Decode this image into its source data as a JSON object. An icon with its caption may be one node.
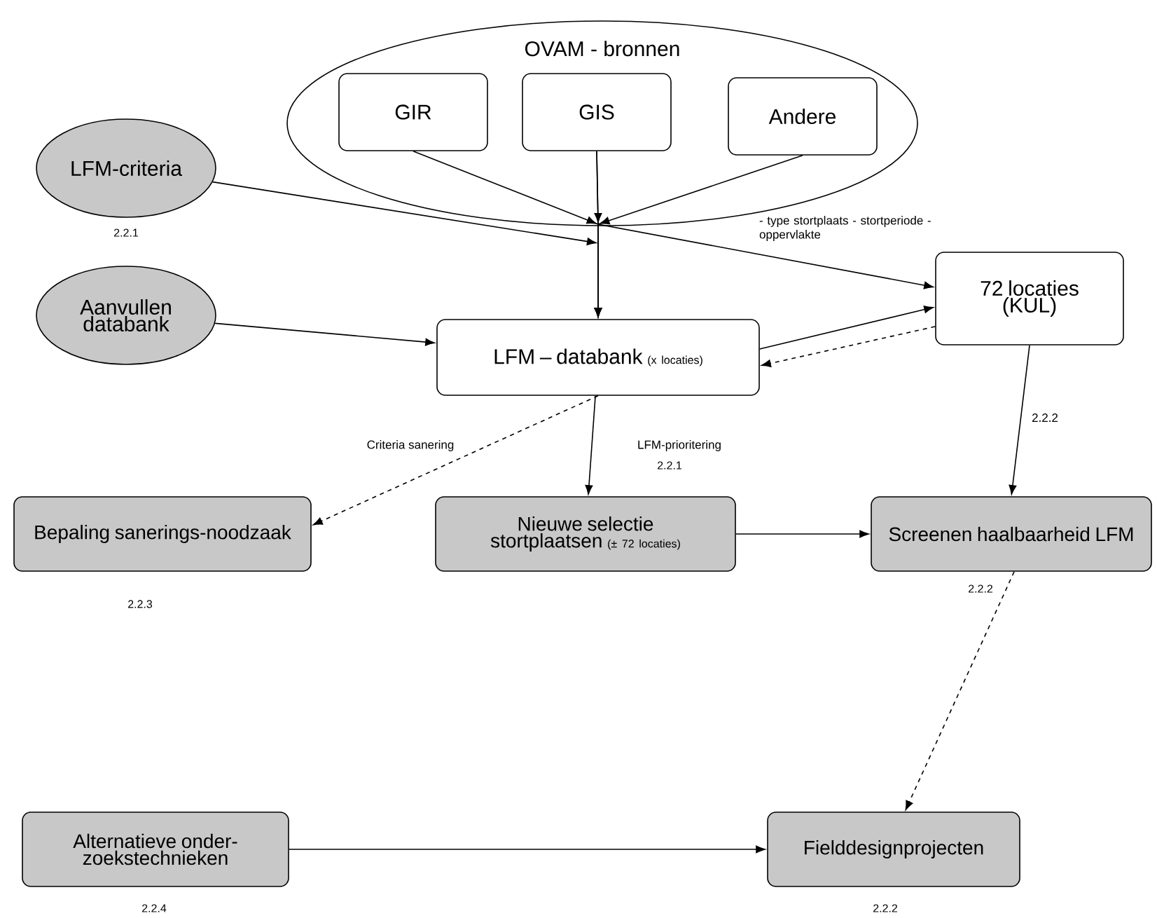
{
  "diagram": {
    "nodes": [
      {
        "text": [
          "OVAM - bronnen"
        ]
      },
      {
        "text": [
          "GIR"
        ],
        "in": 0
      },
      {
        "text": [
          "GIS"
        ],
        "in": 0
      },
      {
        "text": [
          "Andere"
        ],
        "in": 0
      },
      {
        "text": [
          "LFM-criteria"
        ],
        "beside": [
          "2.2.1"
        ]
      },
      {
        "text": [
          "Aanvullen databank"
        ]
      },
      {
        "text": [
          "LFM – databank",
          "(x locaties)"
        ]
      },
      {
        "text": [
          "72 locaties (KUL)"
        ]
      },
      {
        "text": [
          "Bepaling sanerings-noodzaak"
        ],
        "beside": [
          "2.2.3"
        ]
      },
      {
        "text": [
          "Nieuwe selectie stortplaatsen",
          "(± 72 locaties)"
        ]
      },
      {
        "text": [
          "Screenen haalbaarheid LFM"
        ],
        "beside": [
          "2.2.2"
        ]
      },
      {
        "text": [
          "Alternatieve onder-zoekstechnieken"
        ],
        "beside": [
          "2.2.4"
        ]
      },
      {
        "text": [
          "Fielddesignprojecten"
        ],
        "beside": [
          "2.2.2"
        ]
      }
    ],
    "edges": [
      {
        "from": 1,
        "to": 6,
        "arrow": "to"
      },
      {
        "from": 2,
        "to": 6,
        "arrow": "to"
      },
      {
        "from": 3,
        "to": 6,
        "arrow": "to"
      },
      {
        "from": 2,
        "to": 7,
        "arrow": "to",
        "label": "- type stortplaats - stortperiode - oppervlakte"
      },
      {
        "from": 4,
        "to": 6,
        "arrow": "to"
      },
      {
        "from": 5,
        "to": 6,
        "arrow": "to"
      },
      {
        "from": 6,
        "to": 7,
        "arrow": "to"
      },
      {
        "from": 7,
        "to": 6,
        "arrow": "to",
        "style": "dashed"
      },
      {
        "from": 6,
        "to": 8,
        "arrow": "to",
        "style": "dashed",
        "label": "Criteria sanering"
      },
      {
        "from": 6,
        "to": 9,
        "arrow": "to",
        "label": "LFM-prioritering"
      },
      {
        "from": 7,
        "to": 10,
        "arrow": "to",
        "label": "2.2.2"
      },
      {
        "from": 9,
        "to": 10,
        "arrow": "to"
      },
      {
        "from": 10,
        "to": 12,
        "arrow": "to",
        "style": "dashed"
      },
      {
        "from": 11,
        "to": 12,
        "arrow": "to"
      }
    ],
    "labels": [
      "2.2.1"
    ]
  }
}
